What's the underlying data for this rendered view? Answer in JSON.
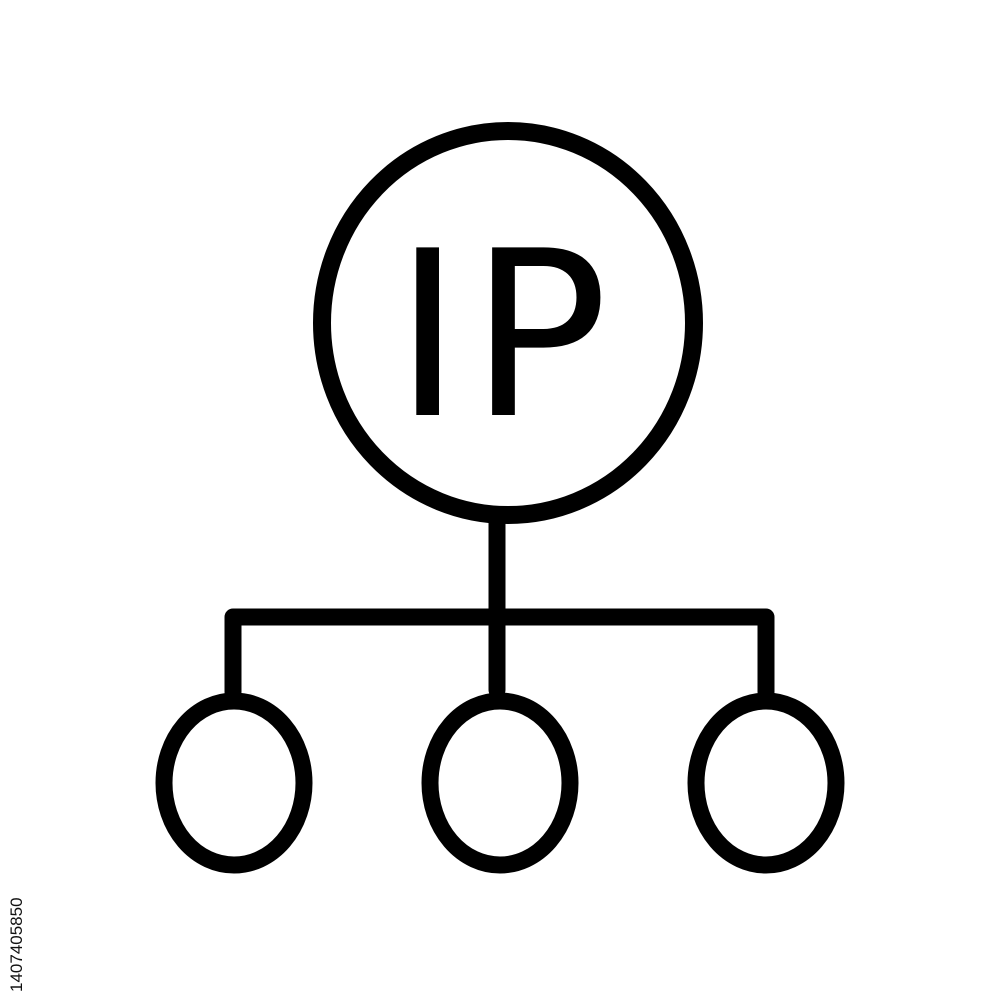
{
  "diagram": {
    "hub_label": "IP",
    "stroke_color": "#000000",
    "background_color": "#ffffff",
    "nodes": [
      "node-left",
      "node-center",
      "node-right"
    ]
  },
  "watermark": {
    "stock_id": "1407405850"
  }
}
